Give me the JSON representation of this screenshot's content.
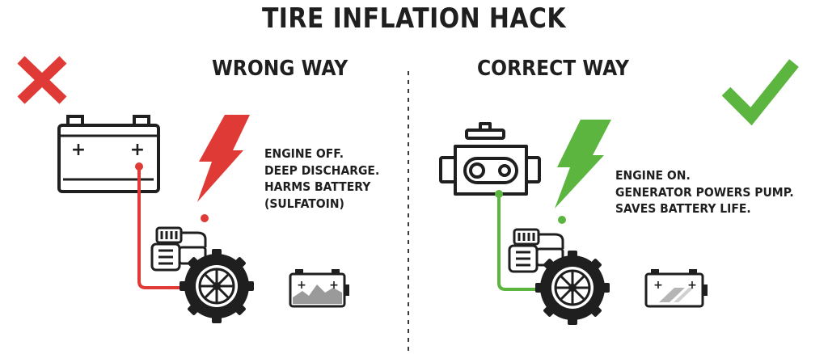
{
  "title": "TIRE INFLATION HACK",
  "wrong": {
    "heading": "WRONG WAY",
    "lines": [
      "ENGINE OFF.",
      "DEEP DISCHARGE.",
      "HARMS BATTERY",
      "(SULFATOIN)"
    ],
    "color": "#e03a36",
    "mark_icon": "cross-icon"
  },
  "correct": {
    "heading": "CORRECT WAY",
    "lines": [
      "ENGINE ON.",
      "GENERATOR POWERS PUMP.",
      "SAVES BATTERY LIFE."
    ],
    "color": "#5cb53f",
    "mark_icon": "checkmark-icon"
  },
  "battery_signs": {
    "plus": "+"
  }
}
